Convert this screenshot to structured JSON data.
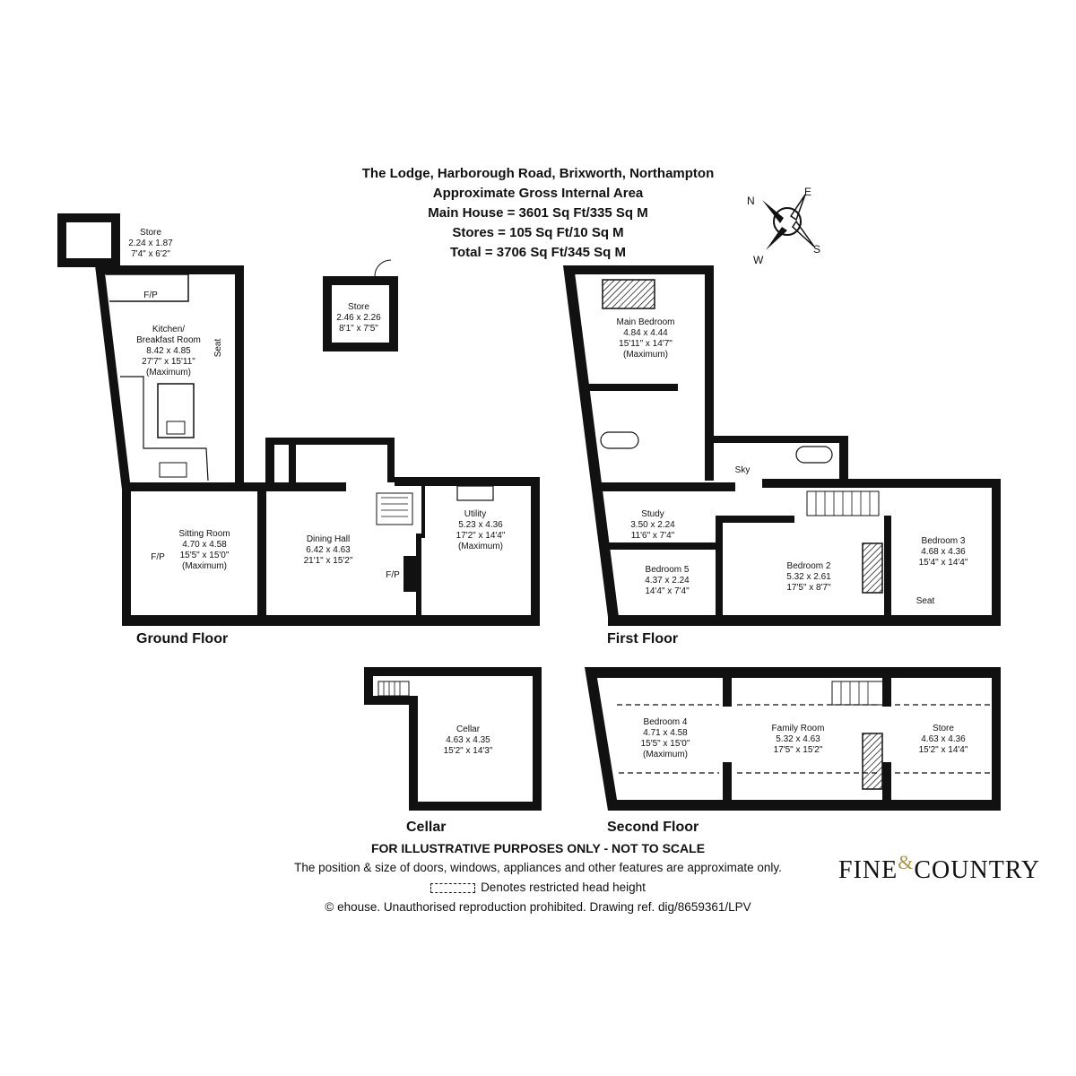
{
  "header": {
    "title": "The Lodge, Harborough Road, Brixworth, Northampton",
    "subtitle": "Approximate Gross Internal Area",
    "main_house": "Main House = 3601 Sq Ft/335 Sq M",
    "stores": "Stores = 105 Sq Ft/10 Sq M",
    "total": "Total = 3706 Sq Ft/345 Sq M"
  },
  "compass": {
    "n": "N",
    "e": "E",
    "s": "S",
    "w": "W",
    "icon": "compass-icon"
  },
  "floors": {
    "ground": "Ground Floor",
    "first": "First Floor",
    "cellar": "Cellar",
    "second": "Second Floor"
  },
  "rooms": {
    "store_a": {
      "name": "Store",
      "metric": "2.24 x 1.87",
      "imperial": "7'4\" x 6'2\""
    },
    "kitchen": {
      "name": "Kitchen/",
      "name2": "Breakfast Room",
      "metric": "8.42 x 4.85",
      "imperial": "27'7\" x 15'11\"",
      "note": "(Maximum)"
    },
    "store_b": {
      "name": "Store",
      "metric": "2.46 x 2.26",
      "imperial": "8'1\" x 7'5\""
    },
    "sitting": {
      "name": "Sitting Room",
      "metric": "4.70 x 4.58",
      "imperial": "15'5\" x 15'0\"",
      "note": "(Maximum)"
    },
    "dining": {
      "name": "Dining Hall",
      "metric": "6.42 x 4.63",
      "imperial": "21'1\" x 15'2\""
    },
    "utility": {
      "name": "Utility",
      "metric": "5.23 x 4.36",
      "imperial": "17'2\" x 14'4\"",
      "note": "(Maximum)"
    },
    "main_bedroom": {
      "name": "Main Bedroom",
      "metric": "4.84 x 4.44",
      "imperial": "15'11\" x 14'7\"",
      "note": "(Maximum)"
    },
    "study": {
      "name": "Study",
      "metric": "3.50 x 2.24",
      "imperial": "11'6\" x 7'4\""
    },
    "bedroom5": {
      "name": "Bedroom 5",
      "metric": "4.37 x 2.24",
      "imperial": "14'4\" x 7'4\""
    },
    "bedroom2": {
      "name": "Bedroom 2",
      "metric": "5.32 x 2.61",
      "imperial": "17'5\" x 8'7\""
    },
    "bedroom3": {
      "name": "Bedroom 3",
      "metric": "4.68 x 4.36",
      "imperial": "15'4\" x 14'4\""
    },
    "cellar": {
      "name": "Cellar",
      "metric": "4.63 x 4.35",
      "imperial": "15'2\" x 14'3\""
    },
    "bedroom4": {
      "name": "Bedroom 4",
      "metric": "4.71 x 4.58",
      "imperial": "15'5\" x 15'0\"",
      "note": "(Maximum)"
    },
    "family": {
      "name": "Family Room",
      "metric": "5.32 x 4.63",
      "imperial": "17'5\" x 15'2\""
    },
    "store_c": {
      "name": "Store",
      "metric": "4.63 x 4.36",
      "imperial": "15'2\" x 14'4\""
    }
  },
  "fixtures": {
    "fp": "F/P",
    "seat": "Seat",
    "sky": "Sky"
  },
  "footer": {
    "line1": "FOR ILLUSTRATIVE PURPOSES ONLY - NOT TO SCALE",
    "line2": "The position & size of doors, windows, appliances and other features are approximate only.",
    "line3": "Denotes restricted head height",
    "line4": "© ehouse. Unauthorised reproduction prohibited. Drawing ref. dig/8659361/LPV"
  },
  "logo": {
    "part1": "Fine",
    "amp": "&",
    "part2": "Country"
  }
}
